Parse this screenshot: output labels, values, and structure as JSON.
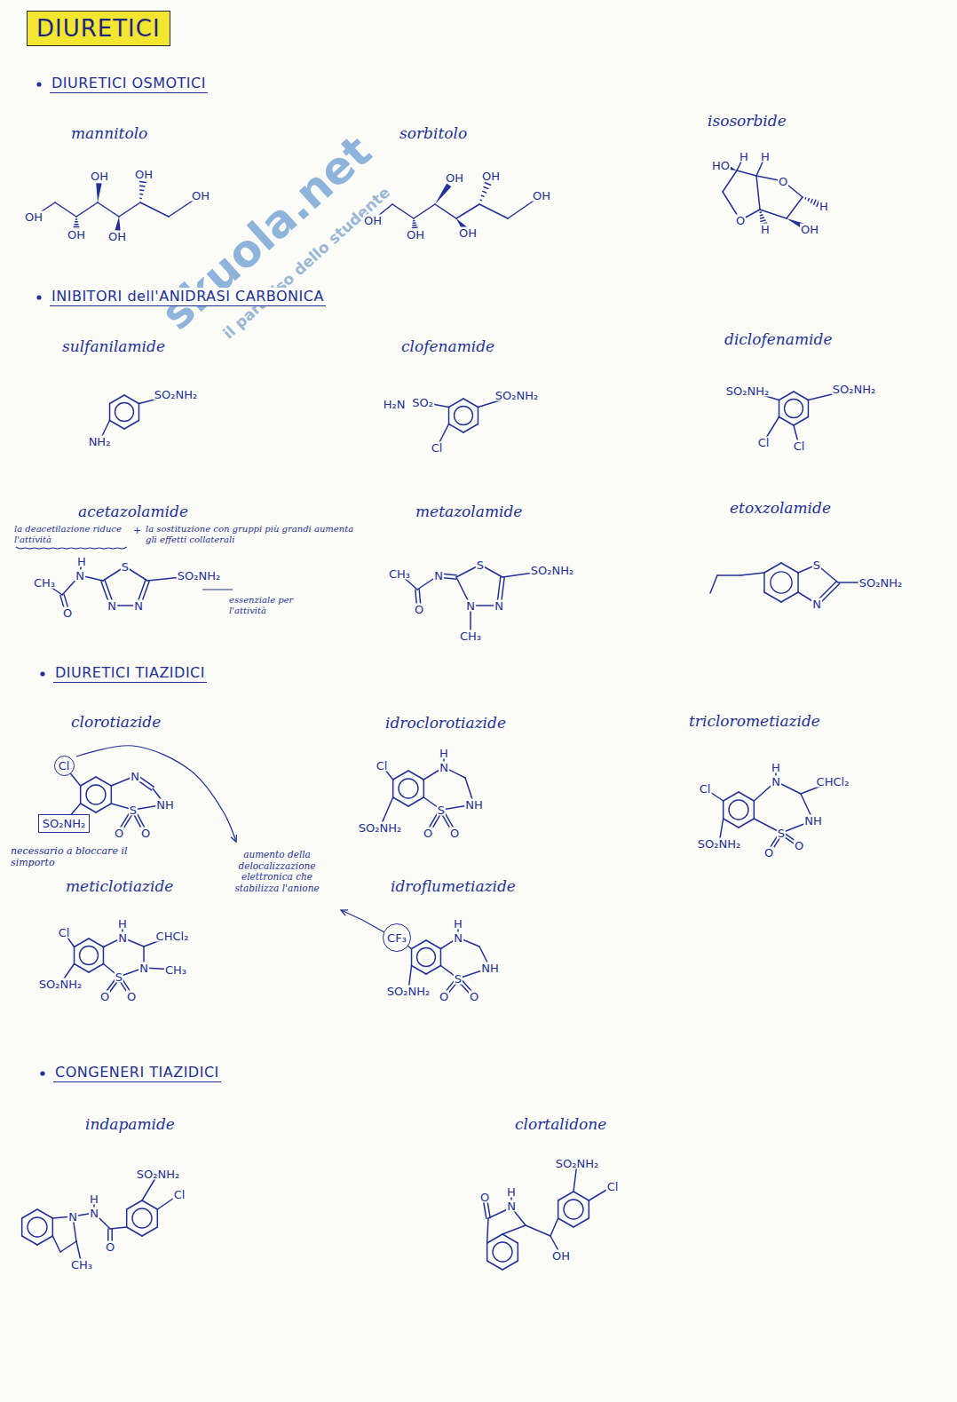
{
  "diagram": {
    "title": "DIURETICI",
    "nodes": [
      {
        "text": [
          "Cl"
        ]
      },
      {
        "text": [
          "SO₂NH₂"
        ]
      },
      {
        "text": [
          "CF₃"
        ]
      }
    ],
    "labels": [
      "DIURETICI OSMOTICI",
      "mannitolo",
      "sorbitolo",
      "isosorbide",
      "OH",
      "OH",
      "OH",
      "OH",
      "OH",
      "OH",
      "OH",
      "OH",
      "OH",
      "OH",
      "OH",
      "OH",
      "HO",
      "H",
      "H",
      "O",
      "H",
      "O",
      "H",
      "OH",
      "INIBITORI dell'ANIDRASI CARBONICA",
      "sulfanilamide",
      "clofenamide",
      "diclofenamide",
      "SO₂NH₂",
      "NH₂",
      "H₂N",
      "SO₂",
      "SO₂NH₂",
      "Cl",
      "SO₂NH₂",
      "SO₂NH₂",
      "Cl",
      "Cl",
      "acetazolamide",
      "metazolamide",
      "etoxzolamide",
      "la deacetilazione riduce l'attività",
      "+",
      "la sostituzione con gruppi più grandi aumenta gli effetti collaterali",
      "H",
      "S",
      "SO₂NH₂",
      "CH₃",
      "N",
      "N",
      "N",
      "O",
      "essenziale per l'attività",
      "S",
      "SO₂NH₂",
      "CH₃",
      "N",
      "O",
      "N",
      "N",
      "CH₃",
      "S",
      "SO₂NH₂",
      "N",
      "DIURETICI TIAZIDICI",
      "clorotiazide",
      "idroclorotiazide",
      "triclorometiazide",
      "N",
      "NH",
      "S",
      "O",
      "O",
      "H",
      "Cl",
      "N",
      "NH",
      "S",
      "SO₂NH₂",
      "O",
      "O",
      "H",
      "Cl",
      "N",
      "CHCl₂",
      "NH",
      "S",
      "SO₂NH₂",
      "O",
      "O",
      "necessario a bloccare il simporto",
      "meticlotiazide",
      "aumento della delocalizzazione elettronica che stabilizza l'anione",
      "idroflumetiazide",
      "Cl",
      "H",
      "N",
      "CHCl₂",
      "N",
      "CH₃",
      "S",
      "SO₂NH₂",
      "O",
      "O",
      "H",
      "N",
      "NH",
      "S",
      "SO₂NH₂",
      "O",
      "O",
      "CONGENERI TIAZIDICI",
      "indapamide",
      "clortalidone",
      "SO₂NH₂",
      "Cl",
      "H",
      "N",
      "N",
      "O",
      "CH₃",
      "SO₂NH₂",
      "Cl",
      "H",
      "O",
      "N",
      "OH",
      "skuola.net",
      "il paradiso dello studente"
    ]
  }
}
